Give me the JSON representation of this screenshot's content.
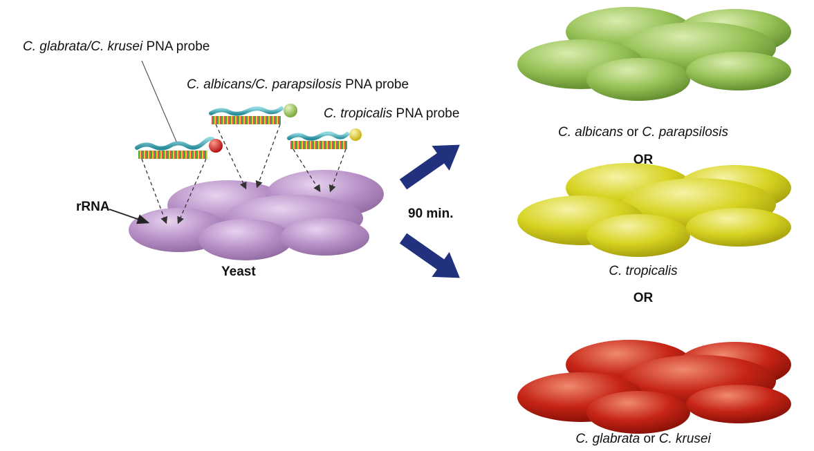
{
  "labels": {
    "probe_glabrata": {
      "species": "C. glabrata/C. krusei",
      "suffix": " PNA probe"
    },
    "probe_albicans": {
      "species": "C. albicans/C. parapsilosis",
      "suffix": " PNA probe"
    },
    "probe_tropicalis": {
      "species": "C. tropicalis",
      "suffix": " PNA probe"
    },
    "rrna": "rRNA",
    "yeast": "Yeast",
    "time": "90 min.",
    "or_1": "OR",
    "or_2": "OR"
  },
  "outcomes": [
    {
      "name_a": "C. albicans",
      "joiner": " or ",
      "name_b": "C. parapsilosis",
      "color": "#8fbf4a"
    },
    {
      "name_a": "C. tropicalis",
      "joiner": "",
      "name_b": "",
      "color": "#d8d423"
    },
    {
      "name_a": "C. glabrata",
      "joiner": " or ",
      "name_b": "C. krusei",
      "color": "#c42115"
    }
  ],
  "colors": {
    "yeast": "#b890c8",
    "arrow": "#22317e",
    "probe_glabrata_bead": "#c81818",
    "probe_albicans_bead": "#8fbf4a",
    "probe_tropicalis_bead": "#d8c41e"
  }
}
